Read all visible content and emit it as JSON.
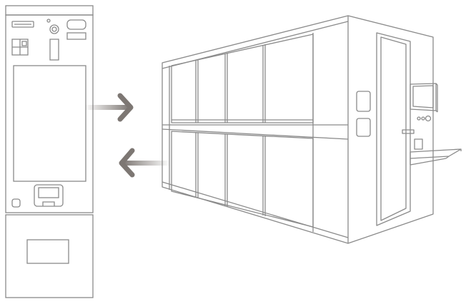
{
  "diagram": {
    "kind": "line-illustration",
    "left_device": "kiosk-terminal",
    "right_device": "automated-storage-unit",
    "arrows": [
      {
        "direction": "right",
        "meaning": "from-kiosk-to-storage"
      },
      {
        "direction": "left",
        "meaning": "from-storage-to-kiosk"
      }
    ],
    "colors": {
      "line": "#8a8a8a",
      "arrow": "#7d7773",
      "background": "#ffffff"
    }
  }
}
